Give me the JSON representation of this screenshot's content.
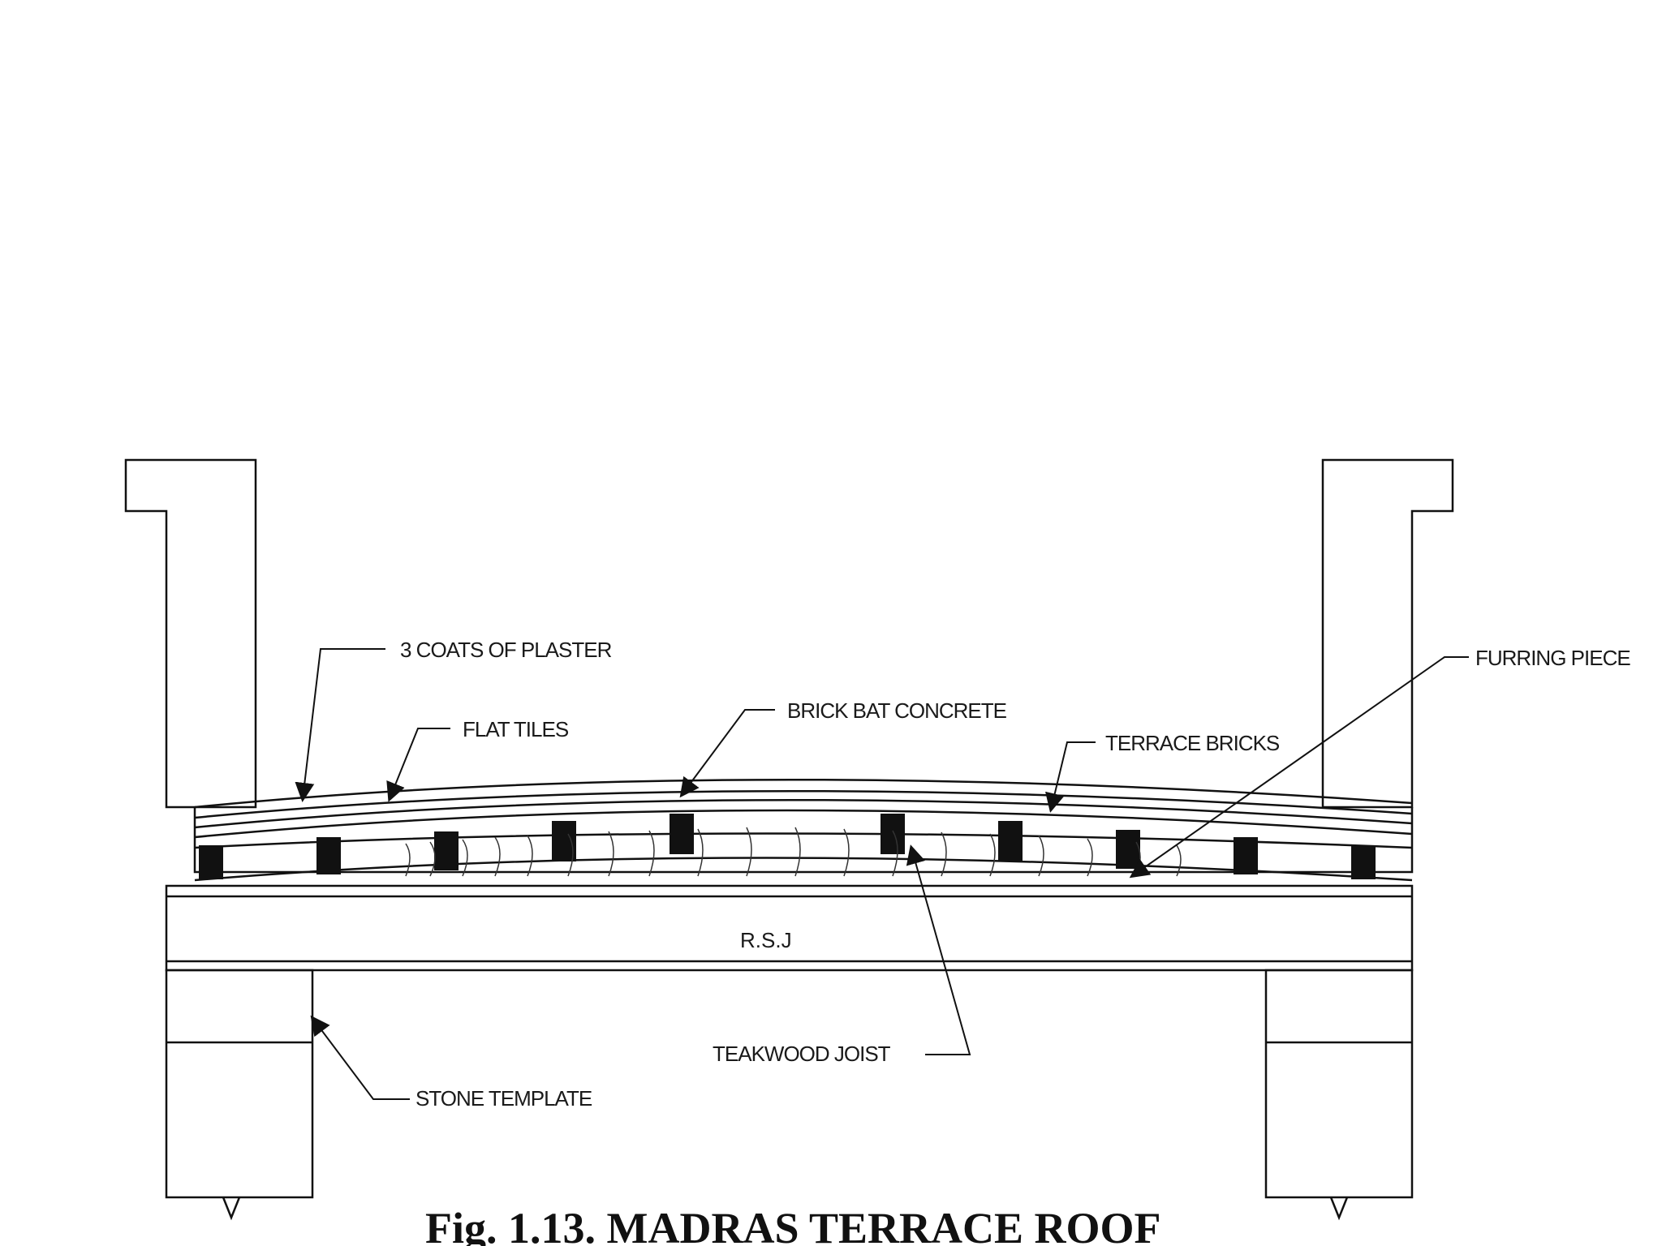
{
  "labels": {
    "plaster": "3 COATS OF PLASTER",
    "flat_tiles": "FLAT TILES",
    "brick_bat": "BRICK BAT CONCRETE",
    "terrace_bricks": "TERRACE BRICKS",
    "furring": "FURRING PIECE",
    "rsj": "R.S.J",
    "teakwood": "TEAKWOOD JOIST",
    "stone": "STONE TEMPLATE"
  },
  "caption": "Fig. 1.13. MADRAS TERRACE ROOF",
  "colors": {
    "ink": "#111111",
    "background": "#ffffff"
  }
}
